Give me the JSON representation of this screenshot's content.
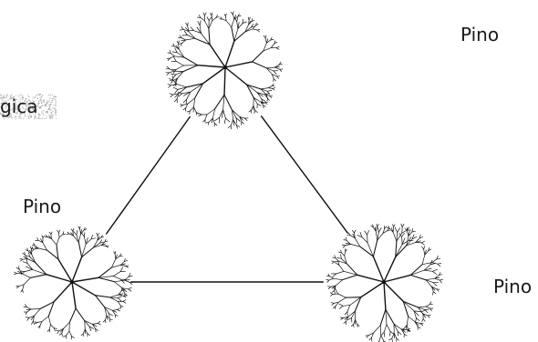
{
  "fragment_text": "gica",
  "nodes": [
    {
      "id": "top",
      "label": "Pino"
    },
    {
      "id": "left",
      "label": "Pino"
    },
    {
      "id": "right",
      "label": "Pino"
    }
  ],
  "edges": [
    {
      "from": "top",
      "to": "left"
    },
    {
      "from": "top",
      "to": "right"
    },
    {
      "from": "left",
      "to": "right"
    }
  ],
  "colors": {
    "ink": "#111111",
    "texture": "#9a9a9a",
    "background": "#ffffff"
  }
}
